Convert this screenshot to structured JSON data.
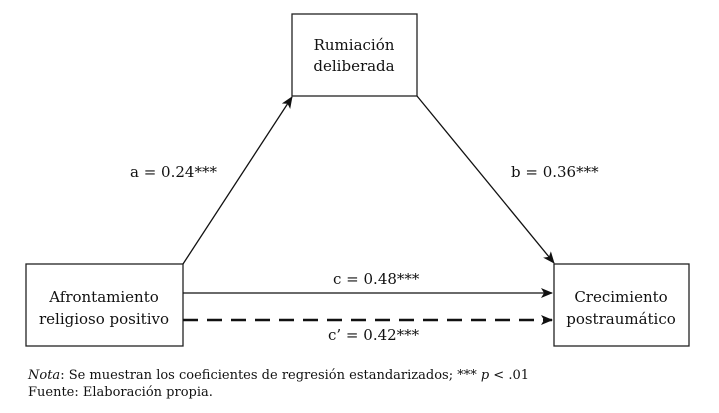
{
  "nodes": {
    "mediator": {
      "line1": "Rumiación",
      "line2": "deliberada"
    },
    "predictor": {
      "line1": "Afrontamiento",
      "line2": "religioso positivo"
    },
    "outcome": {
      "line1": "Crecimiento",
      "line2": "postraumático"
    }
  },
  "paths": {
    "a": "a = 0.24***",
    "b": "b = 0.36***",
    "c": "c = 0.48***",
    "c_prime": "c’ = 0.42***"
  },
  "note": {
    "label": "Nota",
    "text": ": Se muestran los coeficientes de regresión estandarizados; *** ",
    "p": "p",
    "threshold": " < .01",
    "source": "Fuente: Elaboración propia."
  },
  "colors": {
    "stroke": "#111111",
    "background": "#ffffff"
  }
}
